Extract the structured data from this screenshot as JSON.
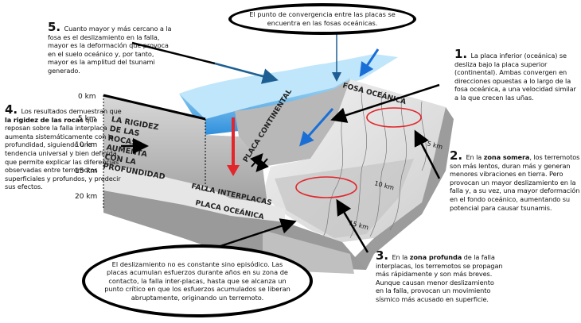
{
  "title": "Subducción y terremotos en fosas oceánicas",
  "notes": {
    "n1": {
      "number": "1.",
      "text": "La placa inferior (oceánica) se desliza bajo la placa superior (continental). Ambas convergen en direcciones opuestas a lo largo de la fosa oceánica, a una velocidad similar a la que crecen las uñas."
    },
    "n2": {
      "number": "2.",
      "pre": "En la ",
      "bold": "zona somera",
      "post": ", los terremotos son más lentos, duran más y generan menores vibraciones en tierra. Pero provocan un mayor deslizamiento en la falla y, a su vez, una mayor deformación en el fondo oceánico, aumentando su potencial para causar tsunamis."
    },
    "n3": {
      "number": "3.",
      "pre": "En la ",
      "bold": "zona profunda",
      "post": " de la falla interplacas, los terremotos se propagan más rápidamente y son más breves. Aunque causan menor deslizamiento en la falla, provocan un movimiento sísmico más acusado en superficie."
    },
    "n4": {
      "number": "4.",
      "pre": "Los resultados demuestran que ",
      "bold": "la rigidez de las rocas",
      "post": " que reposan sobre la falla interplaca aumenta sistemáticamente con la profundidad, siguiendo una tendencia universal y bien definida, que permite explicar las diferencias observadas entre terremotos superficiales y profundos, y predecir sus efectos."
    },
    "n5": {
      "number": "5.",
      "text": "Cuanto mayor y más cercano a la fosa es el deslizamiento en la falla, mayor es la deformación que provoca en el suelo oceánico y, por tanto, mayor es la amplitud del tsunami generado."
    }
  },
  "bubbles": {
    "top": "El punto de convergencia entre las placas se encuentra en las fosas oceánicas.",
    "bottom": "El deslizamiento no es constante sino episódico. Las placas acumulan esfuerzos durante años en su zona de contacto, la falla inter-placas, hasta que se alcanza un punto crítico en que los esfuerzos acumulados se liberan abruptamente, originando un terremoto."
  },
  "diagram": {
    "depth_ticks": [
      "0 km",
      "5 km",
      "10 km",
      "15 km",
      "20 km"
    ],
    "side_depth_labels": [
      "5 km",
      "10 km",
      "15 km"
    ],
    "labels": {
      "rigidity": [
        "LA RIGIDEZ",
        "DE LAS",
        "ROCAS",
        "AUMENTA",
        "CON LA",
        "PROFUNDIDAD"
      ],
      "continental_plate": "PLACA CONTINENTAL",
      "oceanic_trench": "FOSA OCEÁNICA",
      "interplate_fault": "FALLA INTERPLACAS",
      "oceanic_plate": "PLACA OCEÁNICA"
    },
    "colors": {
      "ocean": "#3d9be0",
      "ocean_light": "#9fd6f5",
      "rock": "#c9c9c9",
      "rock_dark": "#8e8e8e",
      "rupture_zone": "#e2262b",
      "motion_arrow": "#1a6fd6"
    }
  }
}
